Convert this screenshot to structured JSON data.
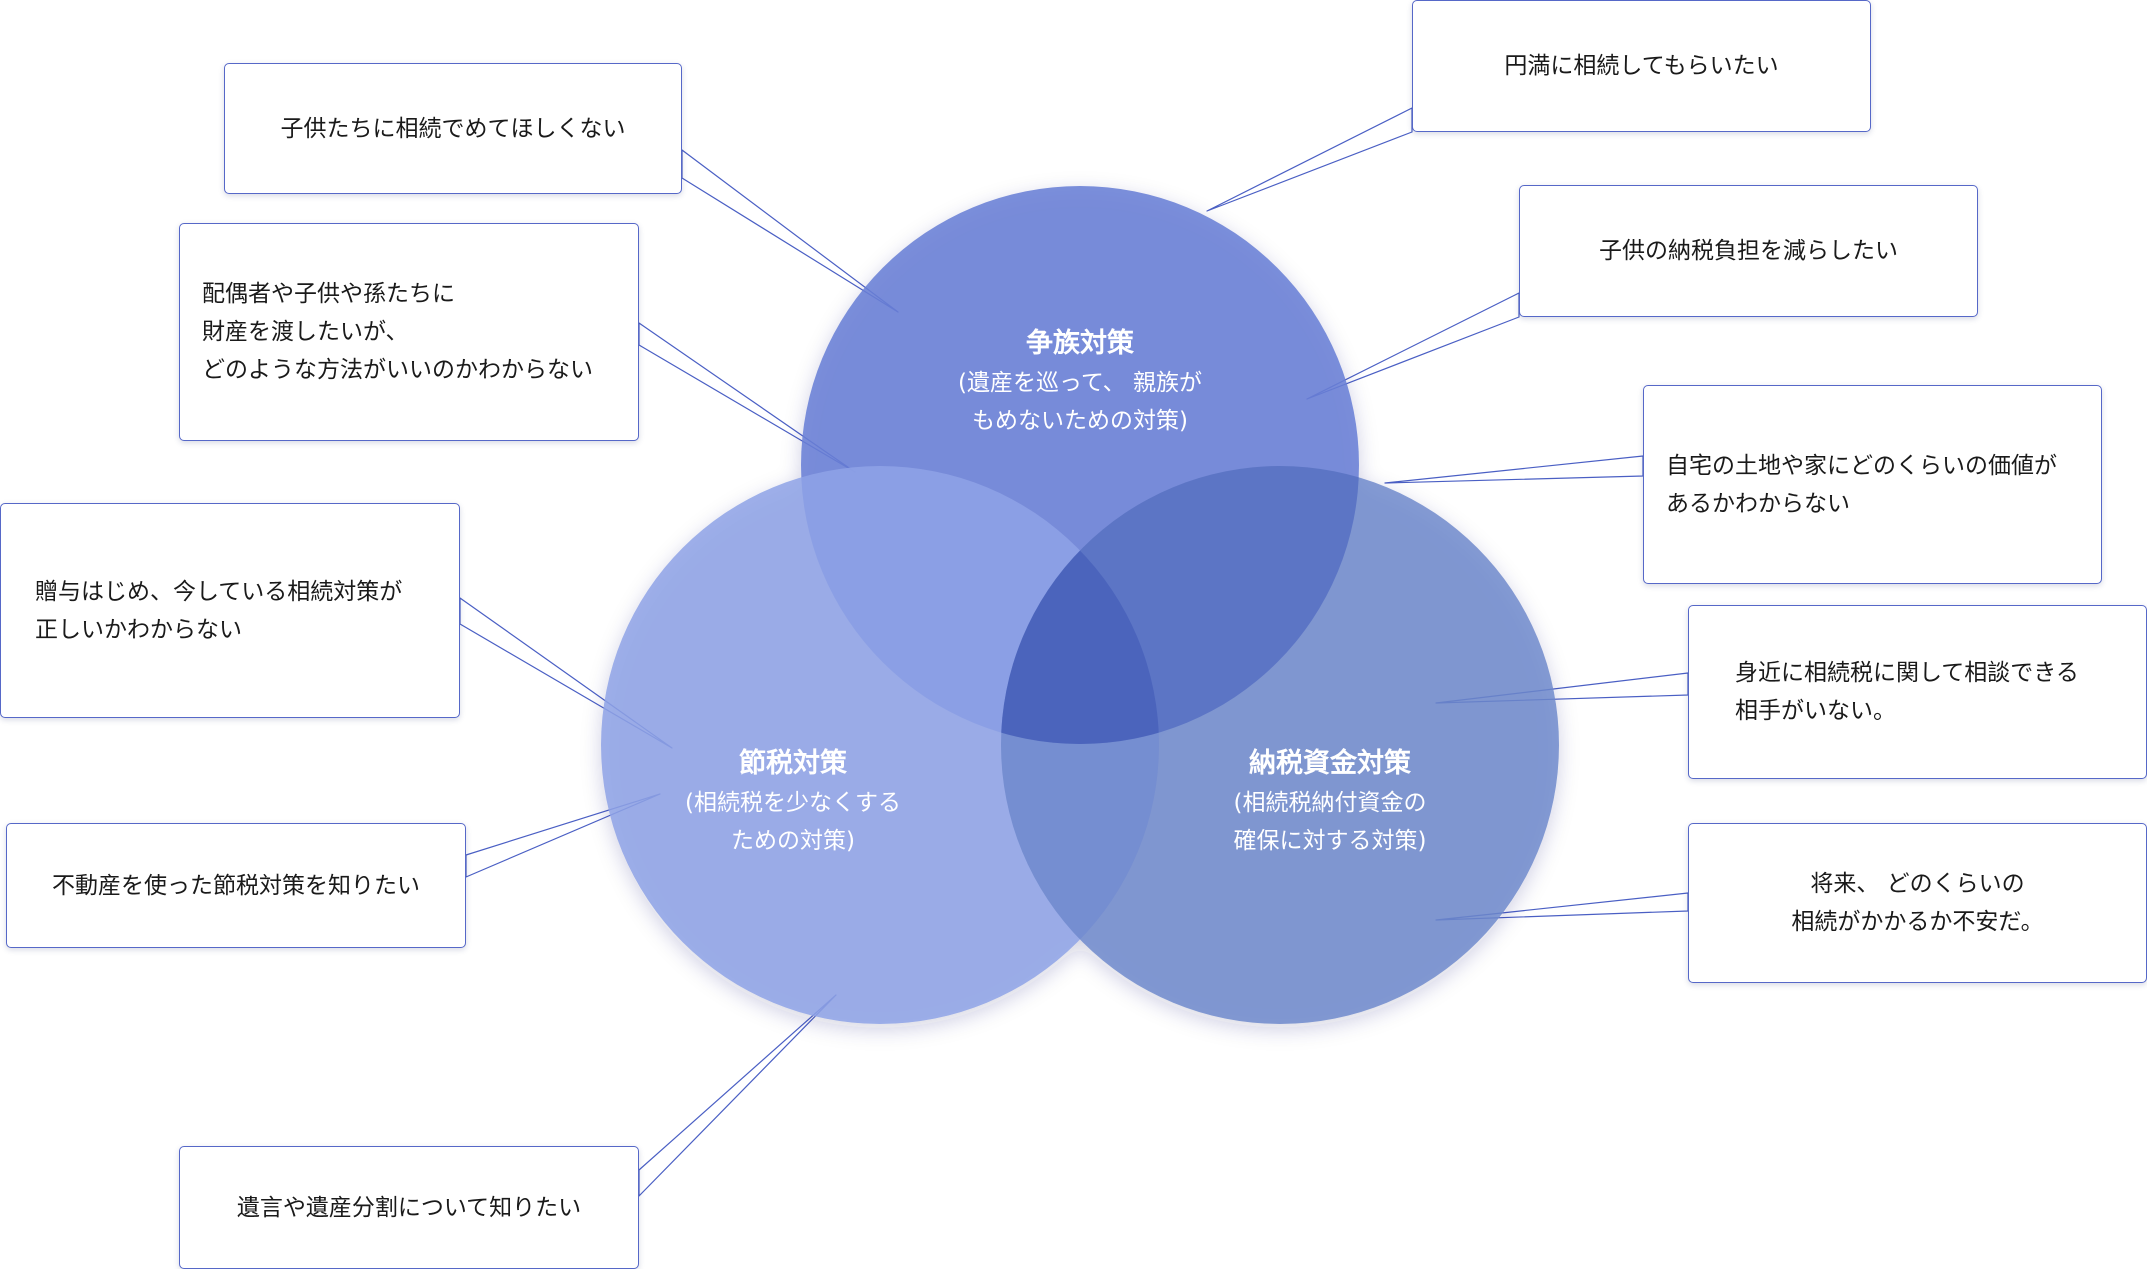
{
  "colors": {
    "circle_top": "#6a80d6",
    "circle_left": "#8fa3e6",
    "circle_right": "#6e88cc",
    "center_overlap": "#3e56b6",
    "callout_border": "#5668c8",
    "connector": "#4a5fc4"
  },
  "circles": {
    "souzoku": {
      "title": "争族対策",
      "subtitle": "(遺産を巡って、 親族が\nもめないための対策)"
    },
    "setsuzei": {
      "title": "節税対策",
      "subtitle": "(相続税を少なくする\nための対策)"
    },
    "nouzei": {
      "title": "納税資金対策",
      "subtitle": "(相続税納付資金の\n確保に対する対策)"
    }
  },
  "callouts": {
    "kodomo_souzoku": "子供たちに相続でめてほしくない",
    "haiguusha": "配偶者や子供や孫たちに\n財産を渡したいが、\nどのような方法がいいのかわからない",
    "zouyo": "贈与はじめ、今している相続対策が\n正しいかわからない",
    "fudousan": "不動産を使った節税対策を知りたい",
    "yuigon": "遺言や遺産分割について知りたい",
    "enman": "円満に相続してもらいたい",
    "nouzei_futan": "子供の納税負担を減らしたい",
    "jitaku": "自宅の土地や家にどのくらいの価値が\nあるかわからない",
    "mijika": "身近に相続税に関して相談できる\n相手がいない。",
    "shourai": "将来、 どのくらいの\n相続がかかるか不安だ。"
  }
}
